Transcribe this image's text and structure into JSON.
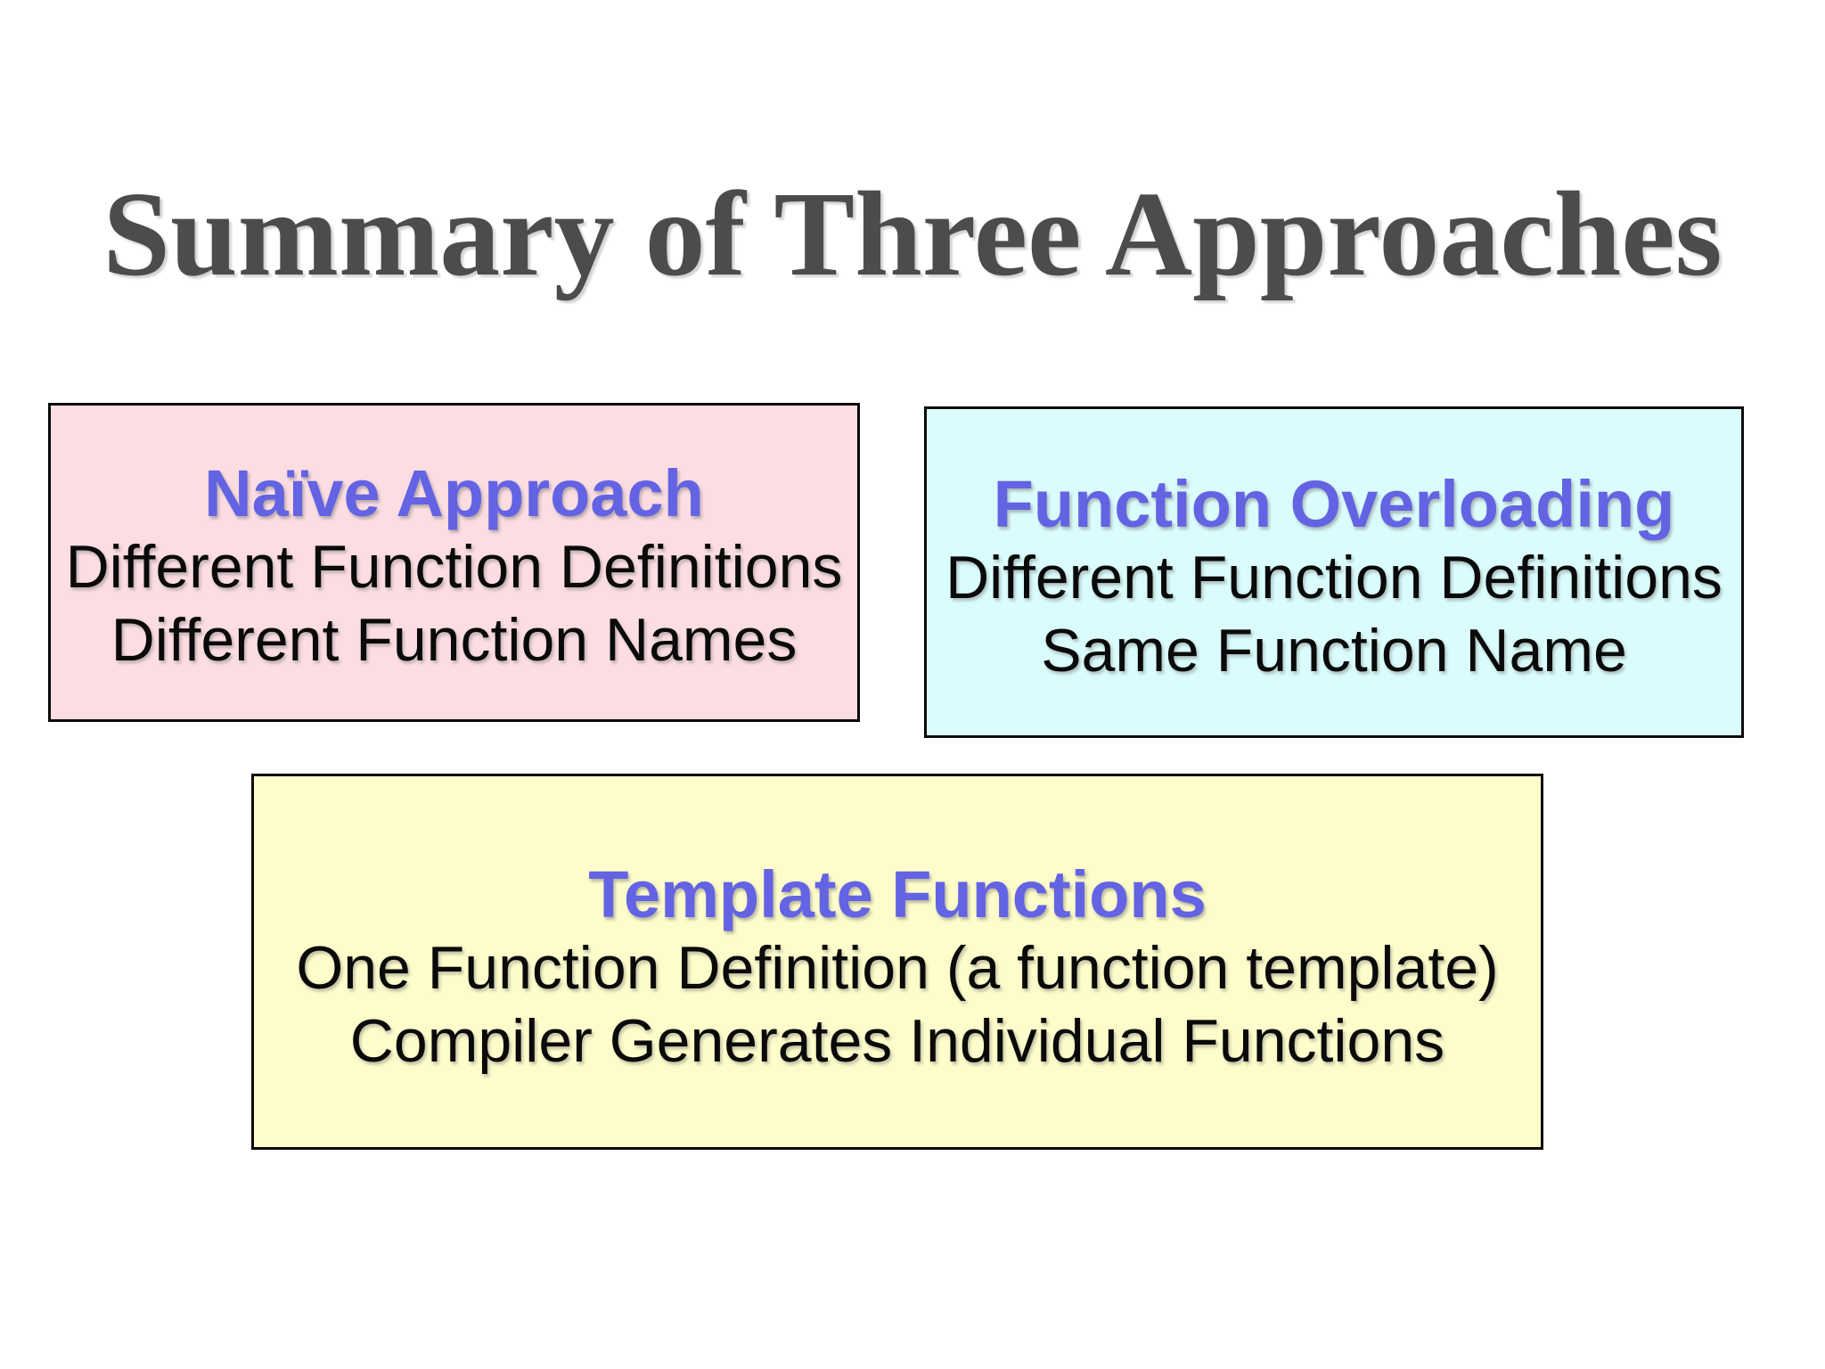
{
  "slide": {
    "title": "Summary of Three Approaches",
    "colors": {
      "background": "#ffffff",
      "title_text": "#4c4c4e",
      "heading_text": "#6363e3",
      "body_text": "#0a0a0a",
      "box_border": "#0b0b0b",
      "naive_box_bg": "#fcdde2",
      "overloading_box_bg": "#dafcfc",
      "template_box_bg": "#fdfcca"
    },
    "boxes": [
      {
        "id": "naive",
        "heading": "Naïve Approach",
        "lines": [
          "Different Function Definitions",
          "Different Function Names"
        ]
      },
      {
        "id": "overloading",
        "heading": "Function Overloading",
        "lines": [
          "Different Function Definitions",
          "Same Function Name"
        ]
      },
      {
        "id": "template",
        "heading": "Template Functions",
        "lines": [
          "One Function Definition (a function template)",
          "Compiler Generates Individual Functions"
        ]
      }
    ]
  }
}
